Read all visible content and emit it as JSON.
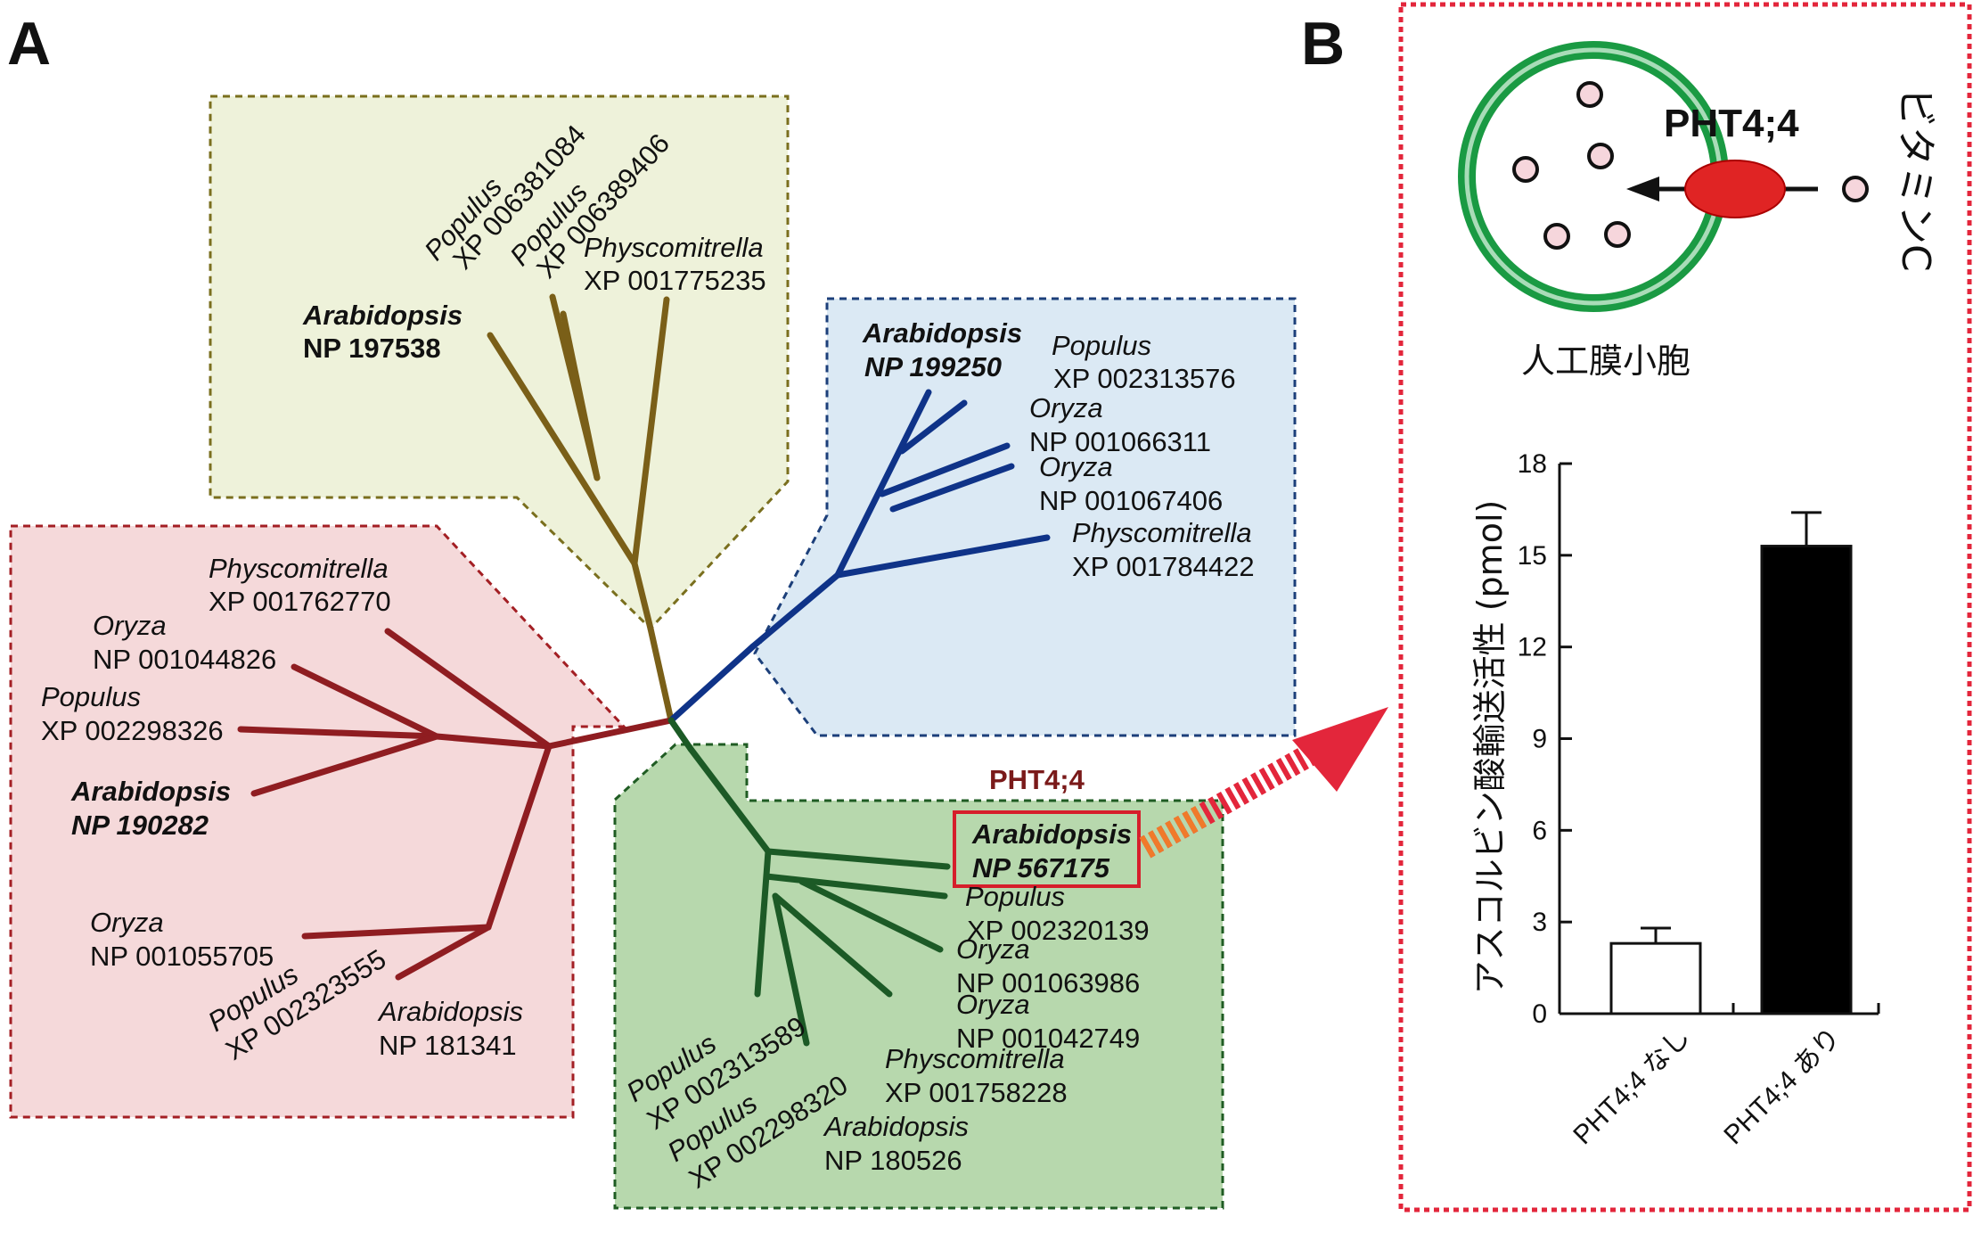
{
  "panels": {
    "a": "A",
    "b": "B"
  },
  "colors": {
    "clade_olive_fill": "#eef2da",
    "clade_olive_stroke": "#7a6f1e",
    "clade_olive_branch": "#7a5f18",
    "clade_blue_fill": "#dbe9f4",
    "clade_blue_stroke": "#1c3f7a",
    "clade_blue_branch": "#0f3388",
    "clade_red_fill": "#f5d9da",
    "clade_red_stroke": "#a31f24",
    "clade_red_branch": "#8f1d21",
    "clade_green_fill": "#b7d8ad",
    "clade_green_stroke": "#1f5c23",
    "clade_green_branch": "#1c5a26",
    "pht_label": "#7a1a1a",
    "highlight_box": "#d61e2b",
    "arrow": "#e3263b",
    "dotted_border": "#e3263b",
    "vesicle": "#1a9a43",
    "transporter": "#e02424"
  },
  "tree": {
    "olive": [
      {
        "genus": "Populus",
        "accession": "XP 006381084"
      },
      {
        "genus": "Populus",
        "accession": "XP 006389406"
      },
      {
        "genus": "Physcomitrella",
        "accession": "XP 001775235"
      },
      {
        "genus": "Arabidopsis",
        "accession": "NP 197538"
      }
    ],
    "blue": [
      {
        "genus": "Arabidopsis",
        "accession": "NP 199250"
      },
      {
        "genus": "Populus",
        "accession": "XP 002313576"
      },
      {
        "genus": "Oryza",
        "accession": "NP 001066311"
      },
      {
        "genus": "Oryza",
        "accession": "NP 001067406"
      },
      {
        "genus": "Physcomitrella",
        "accession": "XP 001784422"
      }
    ],
    "red": [
      {
        "genus": "Physcomitrella",
        "accession": "XP 001762770"
      },
      {
        "genus": "Oryza",
        "accession": "NP 001044826"
      },
      {
        "genus": "Populus",
        "accession": "XP 002298326"
      },
      {
        "genus": "Arabidopsis",
        "accession": "NP 190282"
      },
      {
        "genus": "Oryza",
        "accession": "NP 001055705"
      },
      {
        "genus": "Populus",
        "accession": "XP 002323555"
      },
      {
        "genus": "Arabidopsis",
        "accession": "NP 181341"
      }
    ],
    "green": [
      {
        "genus": "Arabidopsis",
        "accession": "NP 567175"
      },
      {
        "genus": "Populus",
        "accession": "XP 002320139"
      },
      {
        "genus": "Oryza",
        "accession": "NP 001063986"
      },
      {
        "genus": "Oryza",
        "accession": "NP 001042749"
      },
      {
        "genus": "Physcomitrella",
        "accession": "XP 001758228"
      },
      {
        "genus": "Arabidopsis",
        "accession": "NP 180526"
      },
      {
        "genus": "Populus",
        "accession": "XP 002313589"
      },
      {
        "genus": "Populus",
        "accession": "XP 002298320"
      }
    ],
    "pht_label": "PHT4;4"
  },
  "schematic": {
    "protein_label": "PHT4;4",
    "substrate_label": "ビタミンC",
    "vesicle_label": "人工膜小胞"
  },
  "chart_data": {
    "type": "bar",
    "ylabel": "アスコルビン酸輸送活性 (pmol)",
    "xlabel": "",
    "categories": [
      "PHT4;4 なし",
      "PHT4;4 あり"
    ],
    "values": [
      2.3,
      15.3
    ],
    "errors": [
      0.5,
      1.1
    ],
    "bar_colors": [
      "#ffffff",
      "#000000"
    ],
    "ylim": [
      0,
      18
    ],
    "yticks": [
      "0",
      "3",
      "6",
      "9",
      "12",
      "15",
      "18"
    ],
    "grid": false
  }
}
